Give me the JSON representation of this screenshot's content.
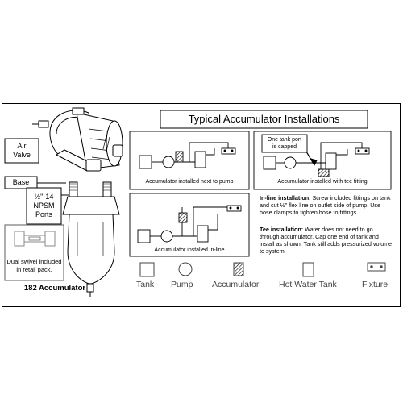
{
  "title": "Typical Accumulator Installations",
  "labels": {
    "air_valve": "Air\nValve",
    "base": "Base",
    "ports": "½\"-14\nNPSM\nPorts",
    "swivel": "Dual swivel included\nin retail pack.",
    "product": "182 Accumulator",
    "capped_note": "One tank port\nis capped"
  },
  "captions": {
    "next_to_pump": "Accumulator installed next to pump",
    "tee_fitting": "Accumulator installed with tee fitting",
    "inline": "Accumulator installed in-line"
  },
  "instructions": {
    "inline_heading": "In-line installation:",
    "inline_body": "Screw included fittings on tank and cut ½\" flex line on outlet side of pump. Use hose clamps to tighten hose to fittings.",
    "tee_heading": "Tee installation:",
    "tee_body": "Water does not need to go through accumulator. Cap one end of tank and install as shown. Tank still adds pressurized volume to system."
  },
  "legend": {
    "tank": "Tank",
    "pump": "Pump",
    "accumulator": "Accumulator",
    "hot_water_tank": "Hot Water Tank",
    "fixture": "Fixture"
  }
}
